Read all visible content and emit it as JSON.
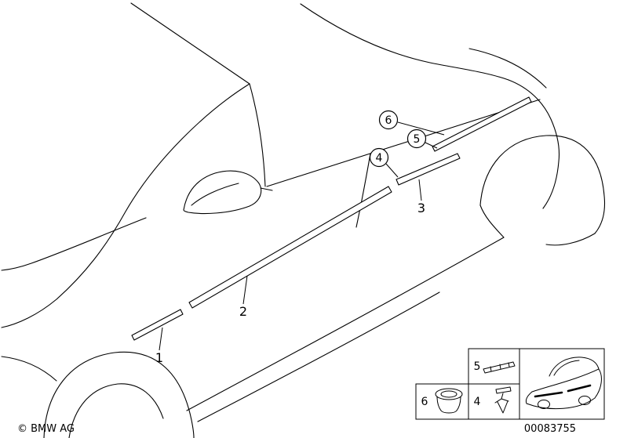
{
  "colors": {
    "background": "#ffffff",
    "line": "#000000"
  },
  "callouts": [
    {
      "label": "1",
      "circled": false
    },
    {
      "label": "2",
      "circled": false
    },
    {
      "label": "3",
      "circled": false
    },
    {
      "label": "4",
      "circled": true
    },
    {
      "label": "5",
      "circled": true
    },
    {
      "label": "6",
      "circled": true
    }
  ],
  "inset": {
    "labels": [
      "5",
      "4",
      "6"
    ]
  },
  "footer": {
    "copyright": "© BMW AG",
    "document_number": "00083755"
  }
}
